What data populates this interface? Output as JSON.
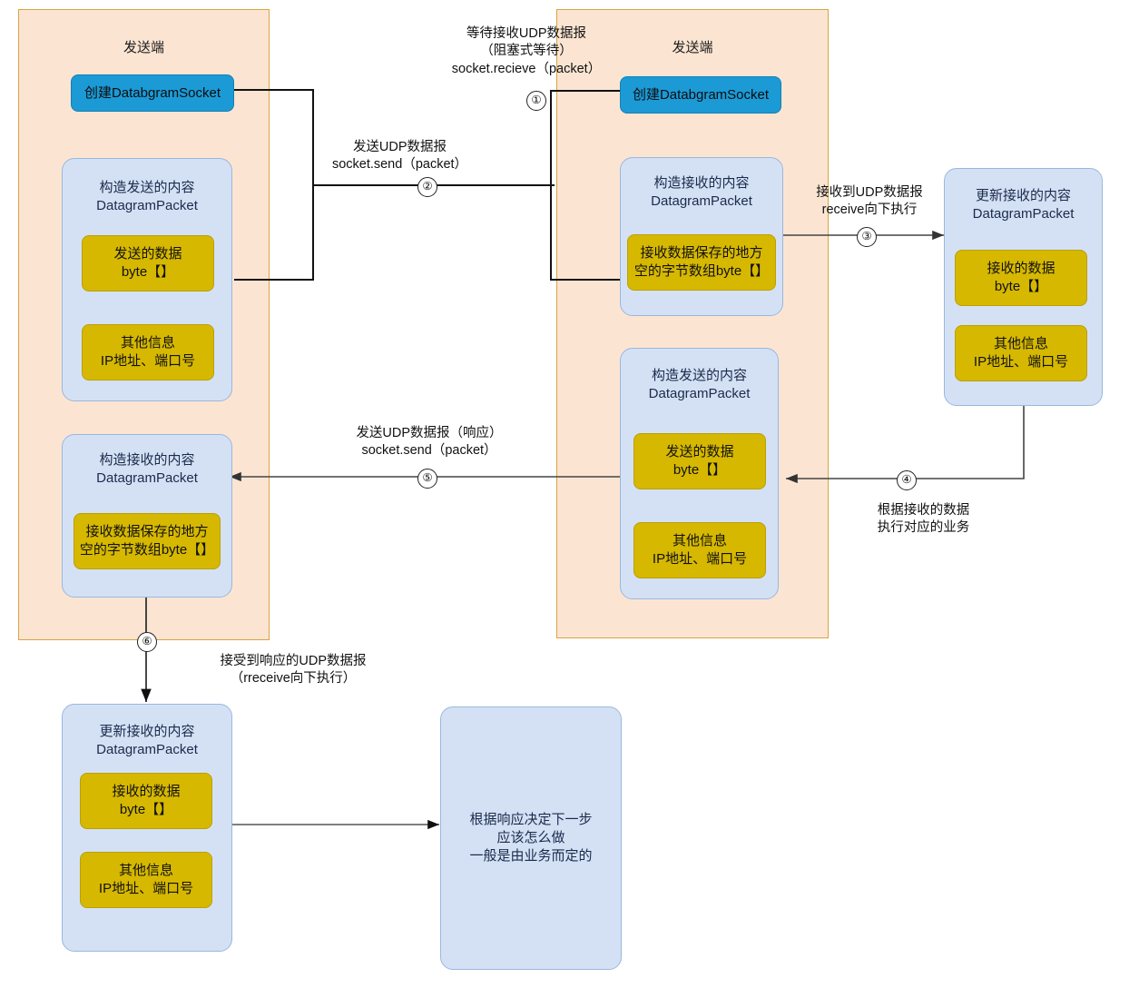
{
  "diagram": {
    "title": "UDP socket send/receive flow",
    "colors": {
      "panel_fill": "#fbe5d2",
      "panel_stroke": "#d9a441",
      "blue_box": "#1b9ad6",
      "lightblue_box": "#d4e1f5",
      "yellow_box": "#d6b800",
      "wire": "#333333"
    }
  },
  "panels": {
    "left": {
      "title": "发送端"
    },
    "right": {
      "title": "发送端"
    }
  },
  "boxes": {
    "left_socket": "创建DatabgramSocket",
    "left_send_packet": {
      "head": "构造发送的内容\nDatagramPacket",
      "data": "发送的数据\nbyte【】",
      "other": "其他信息\nIP地址、端口号"
    },
    "left_recv_packet": {
      "head": "构造接收的内容\nDatagramPacket",
      "data": "接收数据保存的地方\n空的字节数组byte【】"
    },
    "right_socket": "创建DatabgramSocket",
    "right_recv_packet": {
      "head": "构造接收的内容\nDatagramPacket",
      "data": "接收数据保存的地方\n空的字节数组byte【】"
    },
    "right_send_packet": {
      "head": "构造发送的内容\nDatagramPacket",
      "data": "发送的数据\nbyte【】",
      "other": "其他信息\nIP地址、端口号"
    },
    "far_right_update": {
      "head": "更新接收的内容\nDatagramPacket",
      "data": "接收的数据\nbyte【】",
      "other": "其他信息\nIP地址、端口号"
    },
    "bottom_update": {
      "head": "更新接收的内容\nDatagramPacket",
      "data": "接收的数据\nbyte【】",
      "other": "其他信息\nIP地址、端口号"
    },
    "bottom_decision": "根据响应决定下一步\n应该怎么做\n一般是由业务而定的"
  },
  "labels": {
    "wait_receive": "等待接收UDP数据报\n（阻塞式等待）\nsocket.recieve（packet）",
    "send_udp": "发送UDP数据报\nsocket.send（packet）",
    "received_udp": "接收到UDP数据报\nreceive向下执行",
    "send_udp_response": "发送UDP数据报（响应）\nsocket.send（packet）",
    "process_business": "根据接收的数据\n执行对应的业务",
    "received_response": "接受到响应的UDP数据报\n（rreceive向下执行）"
  },
  "steps": {
    "s1": "①",
    "s2": "②",
    "s3": "③",
    "s4": "④",
    "s5": "⑤",
    "s6": "⑥"
  }
}
